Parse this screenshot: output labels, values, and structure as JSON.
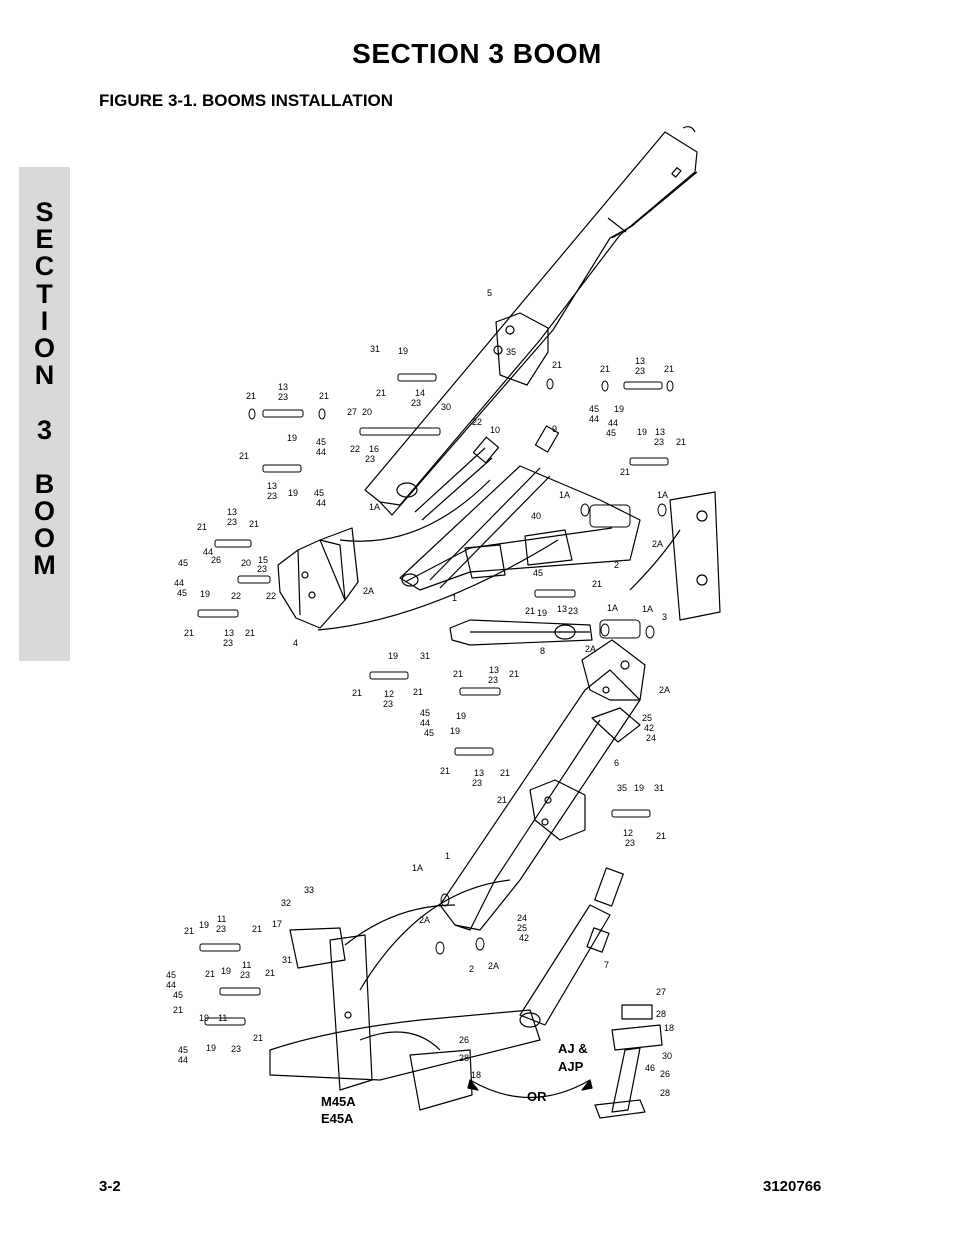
{
  "section_title": "SECTION 3  BOOM",
  "figure_title": "FIGURE 3-1.    BOOMS INSTALLATION",
  "side_tab": {
    "letters": [
      "S",
      "E",
      "C",
      "T",
      "I",
      "O",
      "N",
      "",
      "3",
      "",
      "B",
      "O",
      "O",
      "M"
    ]
  },
  "callouts": {
    "n5": "5",
    "n31a": "31",
    "n19a": "19",
    "n35a": "35",
    "n21a": "21",
    "n14": "14",
    "n23a": "23",
    "n13a": "13",
    "n23b": "23",
    "n21b": "21",
    "n21c": "21",
    "n19b": "19",
    "n45a": "45",
    "n44a": "44",
    "n27": "27",
    "n20a": "20",
    "n30": "30",
    "n22a": "22",
    "n22b": "22",
    "n16": "16",
    "n23c": "23",
    "n10": "10",
    "n9": "9",
    "n21d": "21",
    "n13b": "13",
    "n23d": "23",
    "n21e": "21",
    "n45b": "45",
    "n44b": "44",
    "n19c": "19",
    "n44c": "44",
    "n45c": "45",
    "n19d": "19",
    "n13c": "13",
    "n23e": "23",
    "n21f": "21",
    "n21g": "21",
    "n21h": "21",
    "n13d": "13",
    "n23f": "23",
    "n19e": "19",
    "n45d": "45",
    "n44d": "44",
    "n1Aa": "1A",
    "n1Ab": "1A",
    "n1Ac": "1A",
    "n40": "40",
    "n2Aa": "2A",
    "n2Ab": "2A",
    "n2": "2",
    "n13e": "13",
    "n23g": "23",
    "n21i": "21",
    "n21j": "21",
    "n26": "26",
    "n44e": "44",
    "n45e": "45",
    "n15": "15",
    "n20b": "20",
    "n23h": "23",
    "n22c": "22",
    "n22d": "22",
    "n44f": "44",
    "n45f": "45",
    "n19f": "19",
    "n21k": "21",
    "n13f": "13",
    "n23i": "23",
    "n21l": "21",
    "n4": "4",
    "n1": "1",
    "n2Ac": "2A",
    "n45g": "45",
    "n21m": "21",
    "n21n": "21",
    "n19g": "19",
    "n13g": "13",
    "n23j": "23",
    "n1Ad": "1A",
    "n1Ae": "1A",
    "n3": "3",
    "n8": "8",
    "n2Ad": "2A",
    "n2Ae": "2A",
    "n19h": "19",
    "n31b": "31",
    "n21o": "21",
    "n12a": "12",
    "n23k": "23",
    "n21p": "21",
    "n21q": "21",
    "n13h": "13",
    "n23l": "23",
    "n21r": "21",
    "n45h": "45",
    "n44g": "44",
    "n19i": "19",
    "n45i": "45",
    "n19j": "19",
    "n21s": "21",
    "n13i": "13",
    "n23m": "23",
    "n21t": "21",
    "n25a": "25",
    "n42a": "42",
    "n24a": "24",
    "n6": "6",
    "n21u": "21",
    "n35b": "35",
    "n19k": "19",
    "n31c": "31",
    "n12b": "12",
    "n23n": "23",
    "n21v": "21",
    "n1Af": "1A",
    "n1b": "1",
    "n24b": "24",
    "n25b": "25",
    "n42b": "42",
    "n2Af": "2A",
    "n2b": "2",
    "n2Ag": "2A",
    "n32": "32",
    "n33": "33",
    "n17": "17",
    "n19l": "19",
    "n11a": "11",
    "n23o": "23",
    "n21w": "21",
    "n21x": "21",
    "n45j": "45",
    "n44h": "44",
    "n21y": "21",
    "n19m": "19",
    "n11b": "11",
    "n23p": "23",
    "n21z": "21",
    "n45k": "45",
    "n31d": "31",
    "n21aa": "21",
    "n19n": "19",
    "n11c": "11",
    "n23q": "23",
    "n21ab": "21",
    "n45l": "45",
    "n44i": "44",
    "n7": "7",
    "n27b": "27",
    "n28a": "28",
    "n18a": "18",
    "n30b": "30",
    "n46": "46",
    "n26b": "26",
    "n28b": "28",
    "n26c": "26",
    "n28c": "28",
    "n18b": "18"
  },
  "variant_labels": {
    "aj": "AJ &",
    "ajp": "AJP",
    "or": "OR",
    "m45a": "M45A",
    "e45a": "E45A"
  },
  "footer": {
    "page": "3-2",
    "doc_number": "3120766"
  }
}
